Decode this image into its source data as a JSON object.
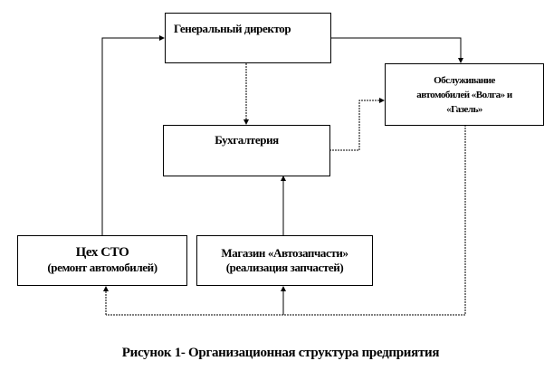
{
  "diagram": {
    "nodes": {
      "director": "Генеральный директор",
      "service": [
        "Обслуживание",
        "автомобилей «Волга» и",
        "«Газель»"
      ],
      "accounting": "Бухгалтерия",
      "workshop": [
        "Цех СТО",
        "(ремонт автомобилей)"
      ],
      "shop": [
        "Магазин «Автозапчасти»",
        "(реализация запчастей)"
      ]
    },
    "caption": "Рисунок 1- Организационная структура предприятия"
  }
}
